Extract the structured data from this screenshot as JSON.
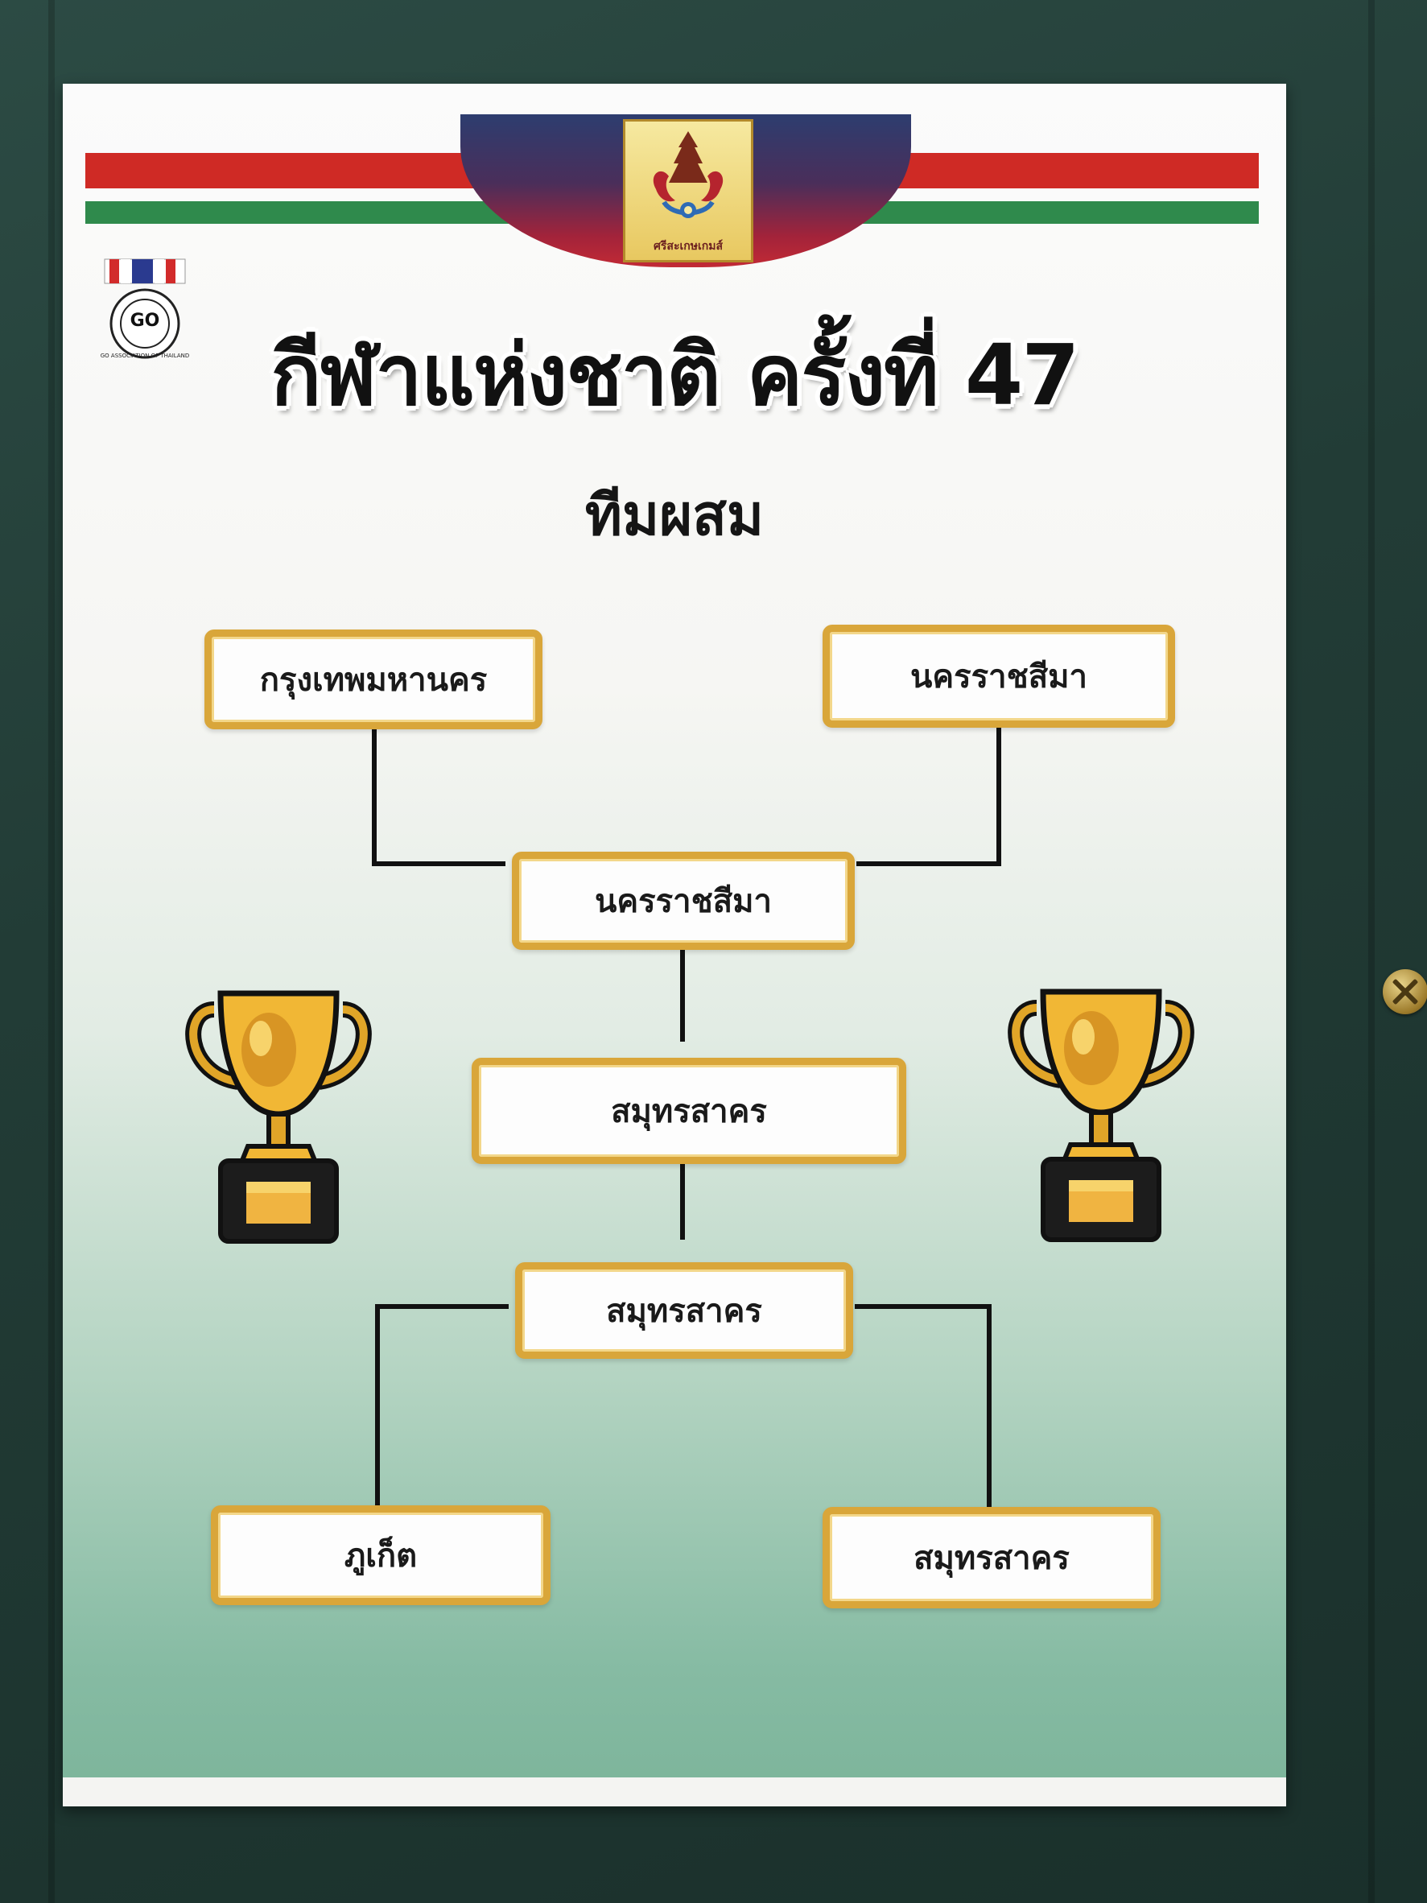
{
  "poster": {
    "title": "กีฬาแห่งชาติ ครั้งที่ 47",
    "subtitle": "ทีมผสม",
    "emblem_caption": "ศรีสะเกษเกมส์",
    "ga_logo_letters": "GO",
    "ga_logo_text": "GO ASSOCIATION OF THAILAND"
  },
  "bracket": {
    "top_left": "กรุงเทพมหานคร",
    "top_right": "นครราชสีมา",
    "semi_top": "นครราชสีมา",
    "final": "สมุทรสาคร",
    "semi_bottom": "สมุทรสาคร",
    "bottom_left": "ภูเก็ต",
    "bottom_right": "สมุทรสาคร"
  },
  "colors": {
    "stripe_red": "#cf2a25",
    "stripe_green": "#2f8a4c",
    "box_border_gold": "#d9a63a"
  },
  "icons": [
    "trophy-left-icon",
    "trophy-right-icon",
    "sisaket-games-emblem-icon",
    "go-association-logo-icon"
  ]
}
